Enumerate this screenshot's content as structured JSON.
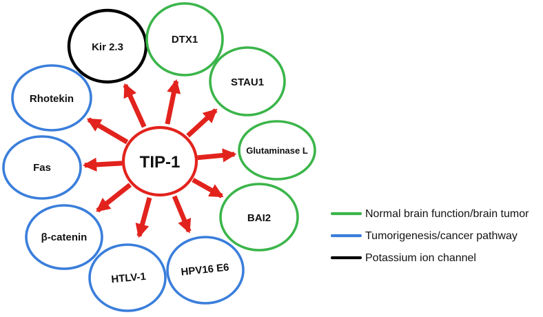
{
  "diagram": {
    "center": {
      "label": "TIP-1",
      "color": "#e2231d"
    },
    "arrow_color": "#e2231d",
    "nodes": [
      {
        "label": "Kir 2.3",
        "color": "#000000",
        "category": "Potassium ion channel"
      },
      {
        "label": "DTX1",
        "color": "#3bb54a",
        "category": "Normal brain function/brain tumor"
      },
      {
        "label": "STAU1",
        "color": "#3bb54a",
        "category": "Normal brain function/brain tumor"
      },
      {
        "label": "Glutaminase L",
        "color": "#3bb54a",
        "category": "Normal brain function/brain tumor"
      },
      {
        "label": "BAI2",
        "color": "#3bb54a",
        "category": "Normal brain function/brain tumor"
      },
      {
        "label": "HPV16 E6",
        "color": "#3a7edb",
        "category": "Tumorigenesis/cancer pathway"
      },
      {
        "label": "HTLV-1",
        "color": "#3a7edb",
        "category": "Tumorigenesis/cancer pathway"
      },
      {
        "label": "β-catenin",
        "color": "#3a7edb",
        "category": "Tumorigenesis/cancer pathway"
      },
      {
        "label": "Fas",
        "color": "#3a7edb",
        "category": "Tumorigenesis/cancer pathway"
      },
      {
        "label": "Rhotekin",
        "color": "#3a7edb",
        "category": "Tumorigenesis/cancer pathway"
      }
    ]
  },
  "legend": {
    "items": [
      {
        "label": "Normal brain function/brain tumor",
        "color": "#3bb54a"
      },
      {
        "label": "Tumorigenesis/cancer pathway",
        "color": "#3a7edb"
      },
      {
        "label": "Potassium ion channel",
        "color": "#000000"
      }
    ]
  }
}
